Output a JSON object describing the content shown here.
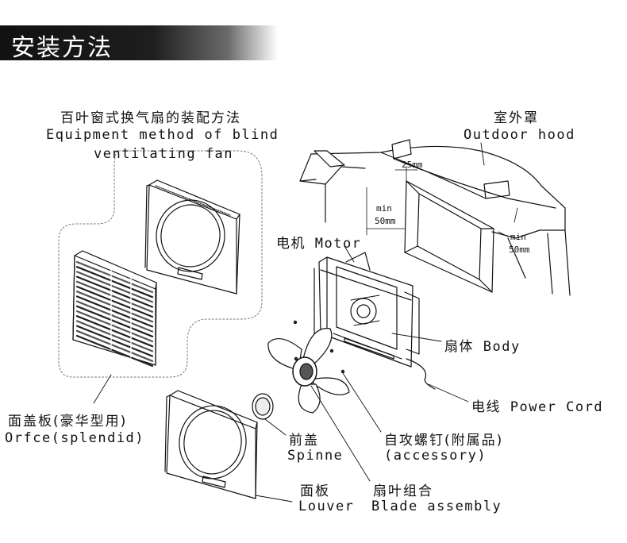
{
  "header": {
    "title": "安装方法"
  },
  "assembly": {
    "title_zh": "百叶窗式换气扇的装配方法",
    "title_en_line1": "Equipment method of blind",
    "title_en_line2": "ventilating fan"
  },
  "parts": {
    "hood_zh": "室外罩",
    "hood_en": "Outdoor hood",
    "motor": "电机 Motor",
    "body": "扇体 Body",
    "cord": "电线 Power Cord",
    "orifice_zh": "面盖板(豪华型用)",
    "orifice_en": "Orfce(splendid)",
    "spinner_zh": "前盖",
    "spinner_en": "Spinne",
    "screw_zh": "自攻螺钉(附属品)",
    "screw_en": "(accessory)",
    "louver_zh": "面板",
    "louver_en": "Louver",
    "blade_zh": "扇叶组合",
    "blade_en": "Blade assembly"
  },
  "dimensions": {
    "top": "25mm",
    "left_1": "min",
    "left_2": "50mm",
    "right_1": "min",
    "right_2": "50mm"
  }
}
